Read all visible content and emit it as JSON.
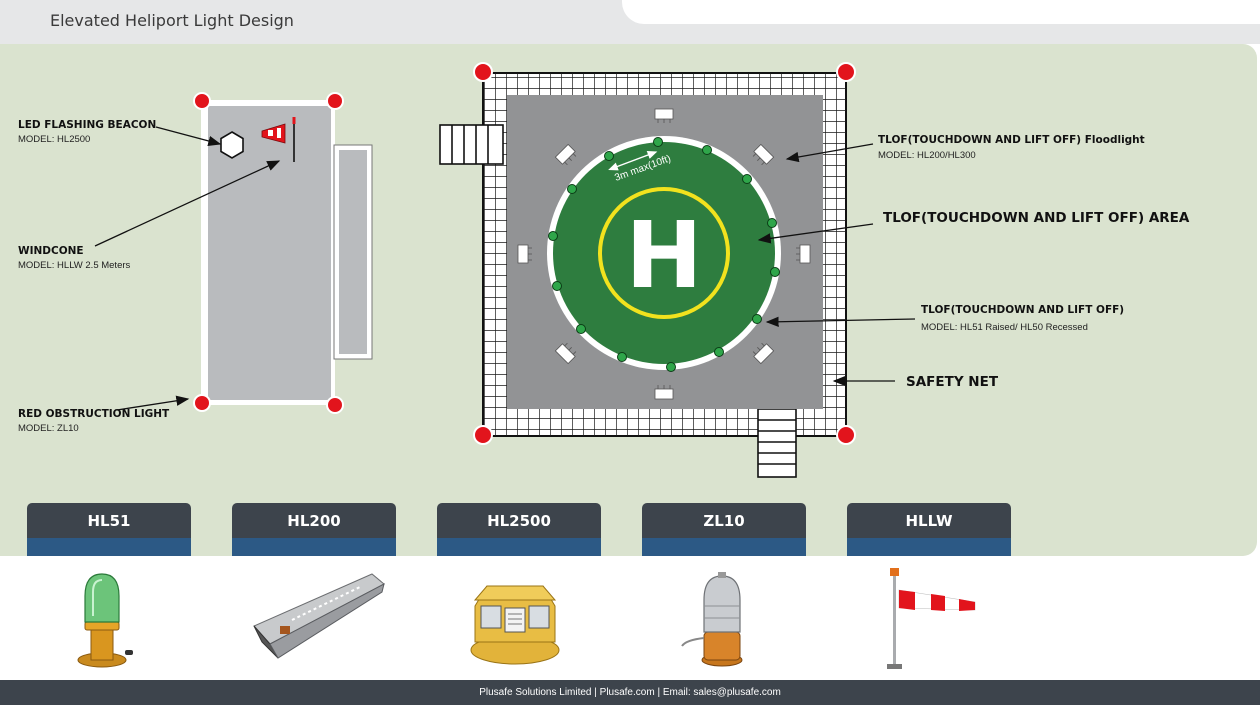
{
  "header": {
    "title": "Elevated Heliport Light Design"
  },
  "labels": {
    "beacon": {
      "title": "LED FLASHING BEACON",
      "model": "MODEL: HL2500"
    },
    "windcone": {
      "title": "WINDCONE",
      "model": "MODEL: HLLW 2.5 Meters"
    },
    "obstruction": {
      "title": "RED OBSTRUCTION LIGHT",
      "model": "MODEL: ZL10"
    },
    "floodlight": {
      "title": "TLOF(TOUCHDOWN AND LIFT OFF) Floodlight",
      "model": "MODEL: HL200/HL300"
    },
    "area": {
      "title": "TLOF(TOUCHDOWN AND LIFT OFF) AREA"
    },
    "tlof_light": {
      "title": "TLOF(TOUCHDOWN AND LIFT OFF)",
      "model": "MODEL: HL51 Raised/ HL50 Recessed"
    },
    "safety_net": {
      "title": "SAFETY NET"
    },
    "dimension": "3m max(10ft)",
    "pad_letter": "H"
  },
  "products": [
    {
      "name": "HL51"
    },
    {
      "name": "HL200"
    },
    {
      "name": "HL2500"
    },
    {
      "name": "ZL10"
    },
    {
      "name": "HLLW"
    }
  ],
  "footer": {
    "text": "Plusafe Solutions Limited  |  Plusafe.com  | Email: sales@plusafe.com"
  },
  "colors": {
    "panel_bg": "#dae3cf",
    "pad_green": "#2e7d3f",
    "marker_yellow": "#f2e21e",
    "obstruction_red": "#e2141c",
    "deck_gray": "#929395",
    "tab_dark": "#3d444c",
    "tab_blue": "#2c5985"
  }
}
